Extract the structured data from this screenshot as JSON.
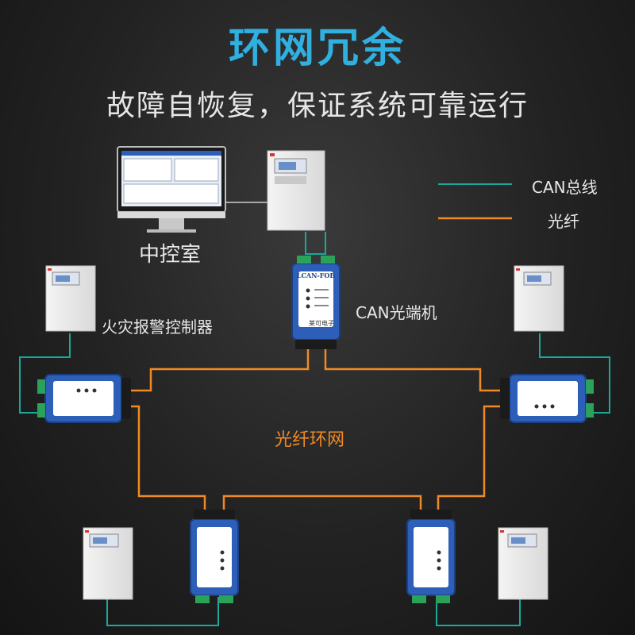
{
  "header": {
    "title": "环网冗余",
    "subtitle": "故障自恢复，保证系统可靠运行"
  },
  "legend": {
    "can_bus": "CAN总线",
    "fiber": "光纤"
  },
  "labels": {
    "control_room": "中控室",
    "fire_controller": "火灾报警控制器",
    "can_fiber_terminal": "CAN光端机",
    "fiber_ring": "光纤环网"
  },
  "device": {
    "model": "LCAN-FOB",
    "brand": "莱可电子"
  },
  "colors": {
    "title": "#2fb0e0",
    "can_line": "#1aa89a",
    "fiber_line": "#f08a24",
    "device_blue": "#2d5fb8"
  }
}
